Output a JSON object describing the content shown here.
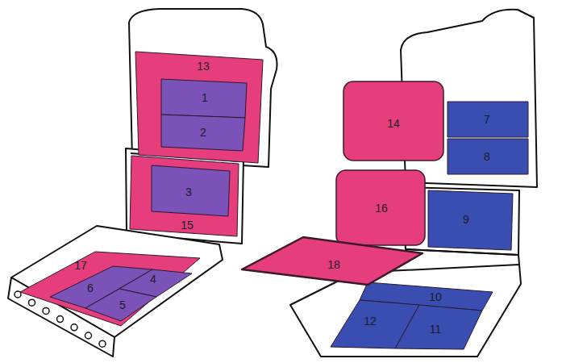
{
  "diagram": {
    "nodes": [
      {
        "text": [
          "13"
        ]
      },
      {
        "text": [
          "1"
        ],
        "in": 0
      },
      {
        "text": [
          "2"
        ],
        "in": 0
      },
      {
        "text": [
          "15"
        ]
      },
      {
        "text": [
          "3"
        ],
        "in": 3
      },
      {
        "text": [
          "17"
        ]
      },
      {
        "text": [
          "6"
        ],
        "in": 5
      },
      {
        "text": [
          "4"
        ],
        "in": 5
      },
      {
        "text": [
          "5"
        ],
        "in": 5
      },
      {
        "text": [
          "7"
        ]
      },
      {
        "text": [
          "8"
        ]
      },
      {
        "text": [
          "9"
        ]
      },
      {
        "text": [
          "10"
        ]
      },
      {
        "text": [
          "12"
        ]
      },
      {
        "text": [
          "11"
        ]
      },
      {
        "text": [
          "14"
        ]
      },
      {
        "text": [
          "16"
        ]
      },
      {
        "text": [
          "18"
        ]
      }
    ]
  }
}
